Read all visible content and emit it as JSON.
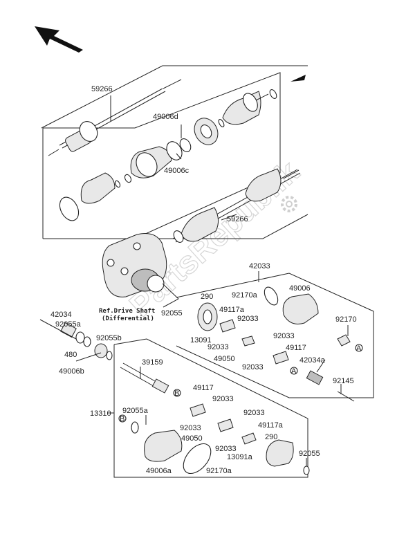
{
  "watermark": "PartsRepublik",
  "reference": {
    "line1": "Ref.Drive Shaft",
    "line2": "(Differential)"
  },
  "markers": {
    "a": "A",
    "b": "B"
  },
  "labels": {
    "p59266_top": "59266",
    "p49006d": "49006d",
    "p49006c": "49006c",
    "p59266_mid": "59266",
    "p42033": "42033",
    "p290_upper": "290",
    "p92170a_upper": "92170a",
    "p49006_upper": "49006",
    "p49117a_upper": "49117a",
    "p92033_u1": "92033",
    "p13091": "13091",
    "p92033_u2": "92033",
    "p92033_u3": "92033",
    "p49117_upper": "49117",
    "p49050_upper": "49050",
    "p92033_u4": "92033",
    "p42034a": "42034a",
    "p92170": "92170",
    "p92145": "92145",
    "p92055_upper": "92055",
    "p42034": "42034",
    "p92055a_upper": "92055a",
    "p92055b": "92055b",
    "p480": "480",
    "p49006b": "49006b",
    "p39159": "39159",
    "p49117_lower": "49117",
    "p92033_l1": "92033",
    "p13310": "13310",
    "p92055a_lower": "92055a",
    "p92033_l2": "92033",
    "p92033_l3": "92033",
    "p49117a_lower": "49117a",
    "p49050_lower": "49050",
    "p290_lower": "290",
    "p92033_l4": "92033",
    "p13091a": "13091a",
    "p92055_lower": "92055",
    "p49006a": "49006a",
    "p92170a_lower": "92170a"
  }
}
